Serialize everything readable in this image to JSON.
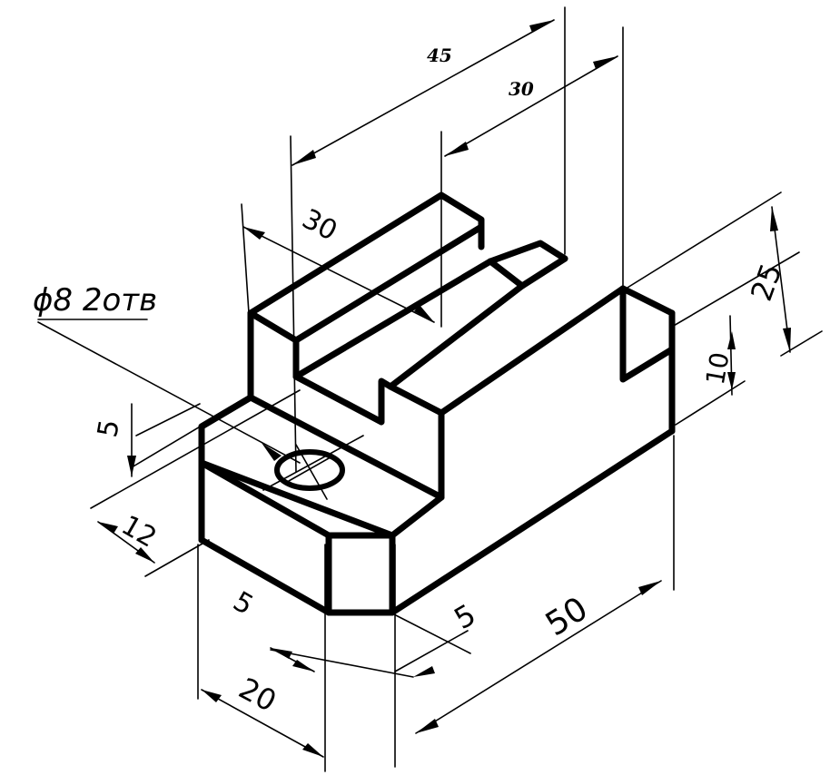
{
  "drawing": {
    "note": "ϕ8 2отв",
    "dimensions": {
      "d45": "45",
      "d30_top": "30",
      "d30_left": "30",
      "d25": "25",
      "d10": "10",
      "d5_left": "5",
      "d12": "12",
      "d5_bottom_left": "5",
      "d5_bottom_right": "5",
      "d20": "20",
      "d50": "50"
    }
  }
}
